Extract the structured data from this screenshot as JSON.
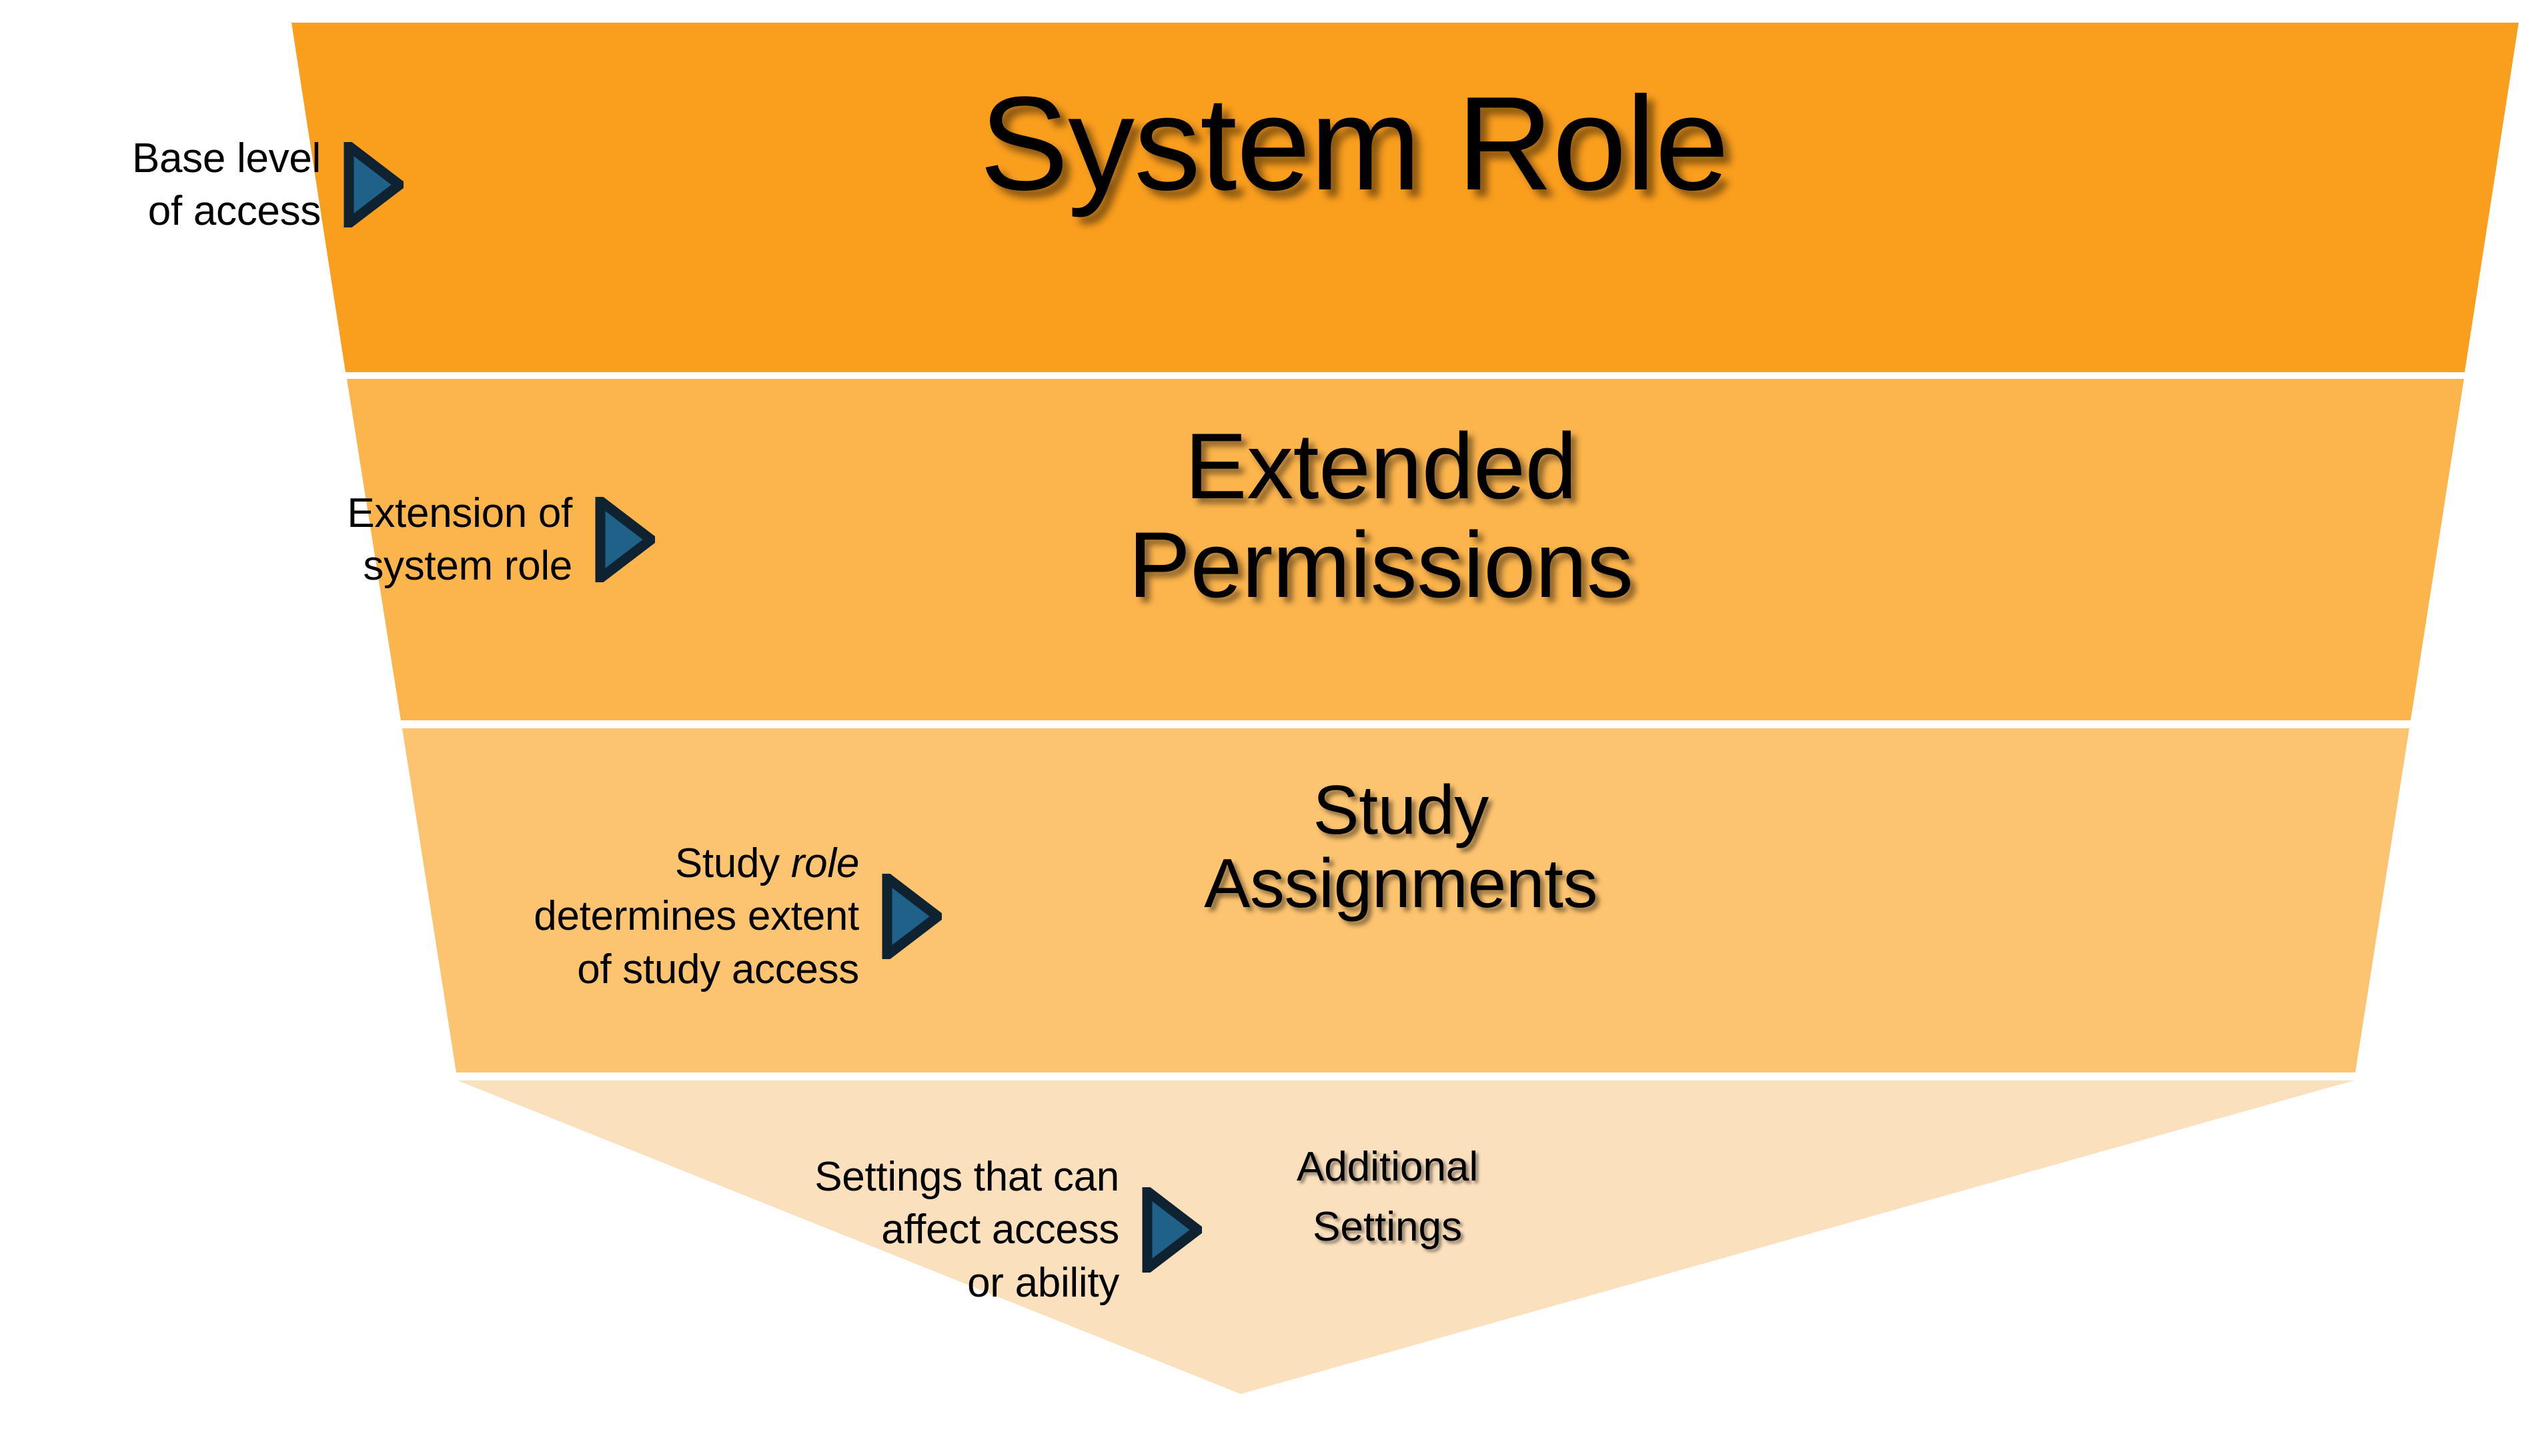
{
  "diagram": {
    "title": "Access Funnel",
    "type": "inverted-funnel",
    "background_color": "#ffffff",
    "marker_fill_color": "#1F6189",
    "marker_outline_color": "#0F2231",
    "bands": [
      {
        "id": "system-role",
        "label": "System Role",
        "color": "#FA9E1E",
        "order": 1
      },
      {
        "id": "extended-permissions",
        "label": "Extended\nPermissions",
        "color": "#FCB44C",
        "order": 2
      },
      {
        "id": "study-assignments",
        "label": "Study\nAssignments",
        "color": "#FCC470",
        "order": 3
      },
      {
        "id": "additional-settings",
        "label": "Additional\nSettings",
        "color": "#FBE0BD",
        "order": 4
      }
    ],
    "callouts": [
      {
        "id": "base-level-of-access",
        "line1": "Base level",
        "line2": "of access",
        "line3": "",
        "marker": "play-triangle-icon",
        "for_band": "system-role"
      },
      {
        "id": "extension-of-system-role",
        "line1": "Extension of",
        "line2": "system role",
        "line3": "",
        "marker": "play-triangle-icon",
        "for_band": "extended-permissions"
      },
      {
        "id": "study-role-determines-extent",
        "line1_prefix": "Study ",
        "line1_italic": "role",
        "line2": "determines extent",
        "line3": "of study access",
        "marker": "play-triangle-icon",
        "for_band": "study-assignments"
      },
      {
        "id": "settings-that-can-affect-access",
        "line1": "Settings that can",
        "line2": "affect access",
        "line3": "or ability",
        "marker": "play-triangle-icon",
        "for_band": "additional-settings"
      }
    ]
  }
}
